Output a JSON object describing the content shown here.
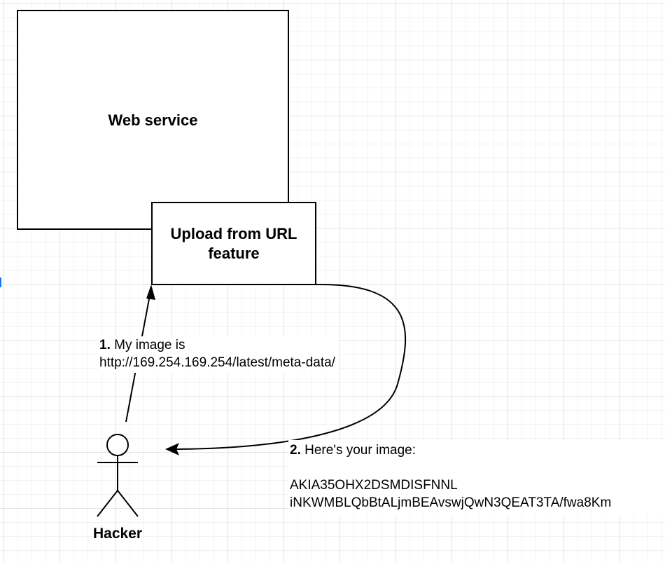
{
  "boxes": {
    "web_service": "Web service",
    "upload_feature": {
      "line1": "Upload from URL",
      "line2": "feature"
    }
  },
  "step1": {
    "number": "1.",
    "text": "My image is",
    "url": "http://169.254.169.254/latest/meta-data/"
  },
  "step2": {
    "number": "2.",
    "text": "Here's your image:",
    "key_id": "AKIA35OHX2DSMDISFNNL",
    "secret": "iNKWMBLQbBtALjmBEAvswjQwN3QEAT3TA/fwa8Km"
  },
  "actor": {
    "label": "Hacker"
  },
  "colors": {
    "stroke": "#000000",
    "grid_major": "#e3e3e3",
    "grid_minor": "#f1f1f1",
    "selection_marker": "#1a73e8"
  }
}
